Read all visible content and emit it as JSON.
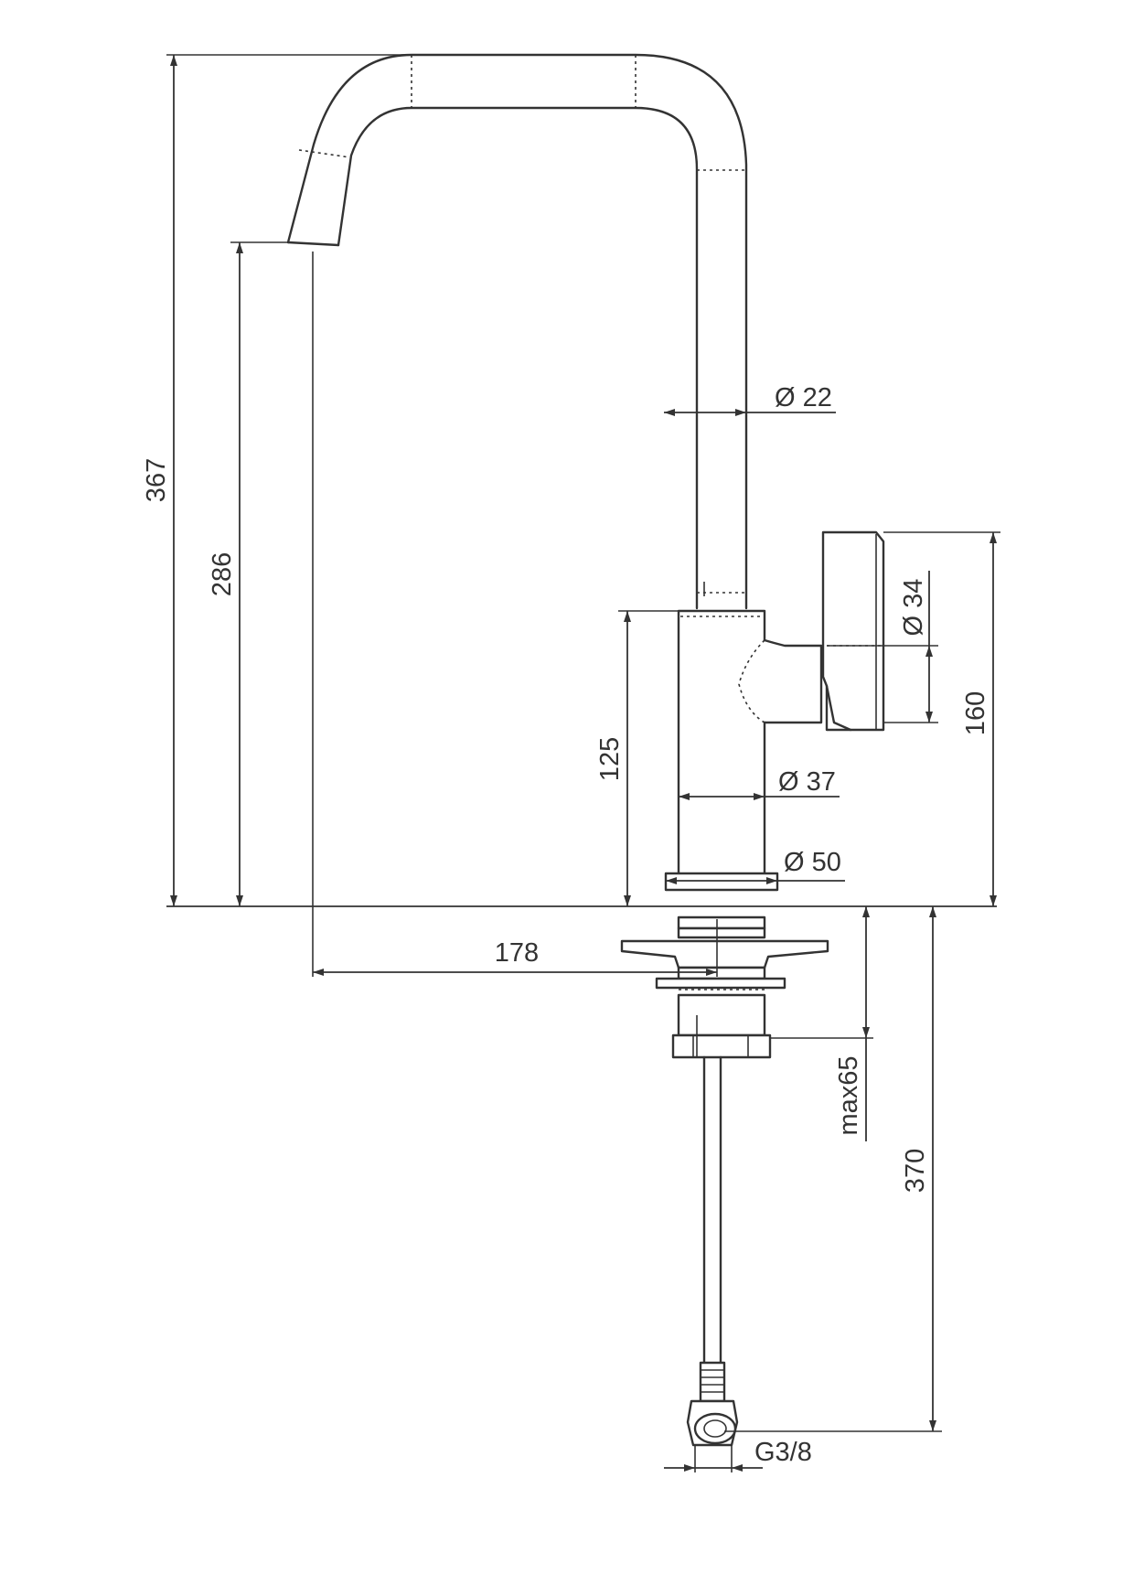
{
  "drawing": {
    "dimensions": {
      "overall_height": "367",
      "spout_height": "286",
      "body_height": "125",
      "handle_height": "160",
      "spout_reach": "178",
      "spout_diameter": "Ø 22",
      "handle_diameter": "Ø 34",
      "body_diameter": "Ø 37",
      "base_diameter": "Ø 50",
      "max_deck_thickness": "max65",
      "hose_length": "370",
      "connection_thread": "G3/8"
    },
    "colors": {
      "line": "#333333",
      "background": "#ffffff"
    }
  }
}
